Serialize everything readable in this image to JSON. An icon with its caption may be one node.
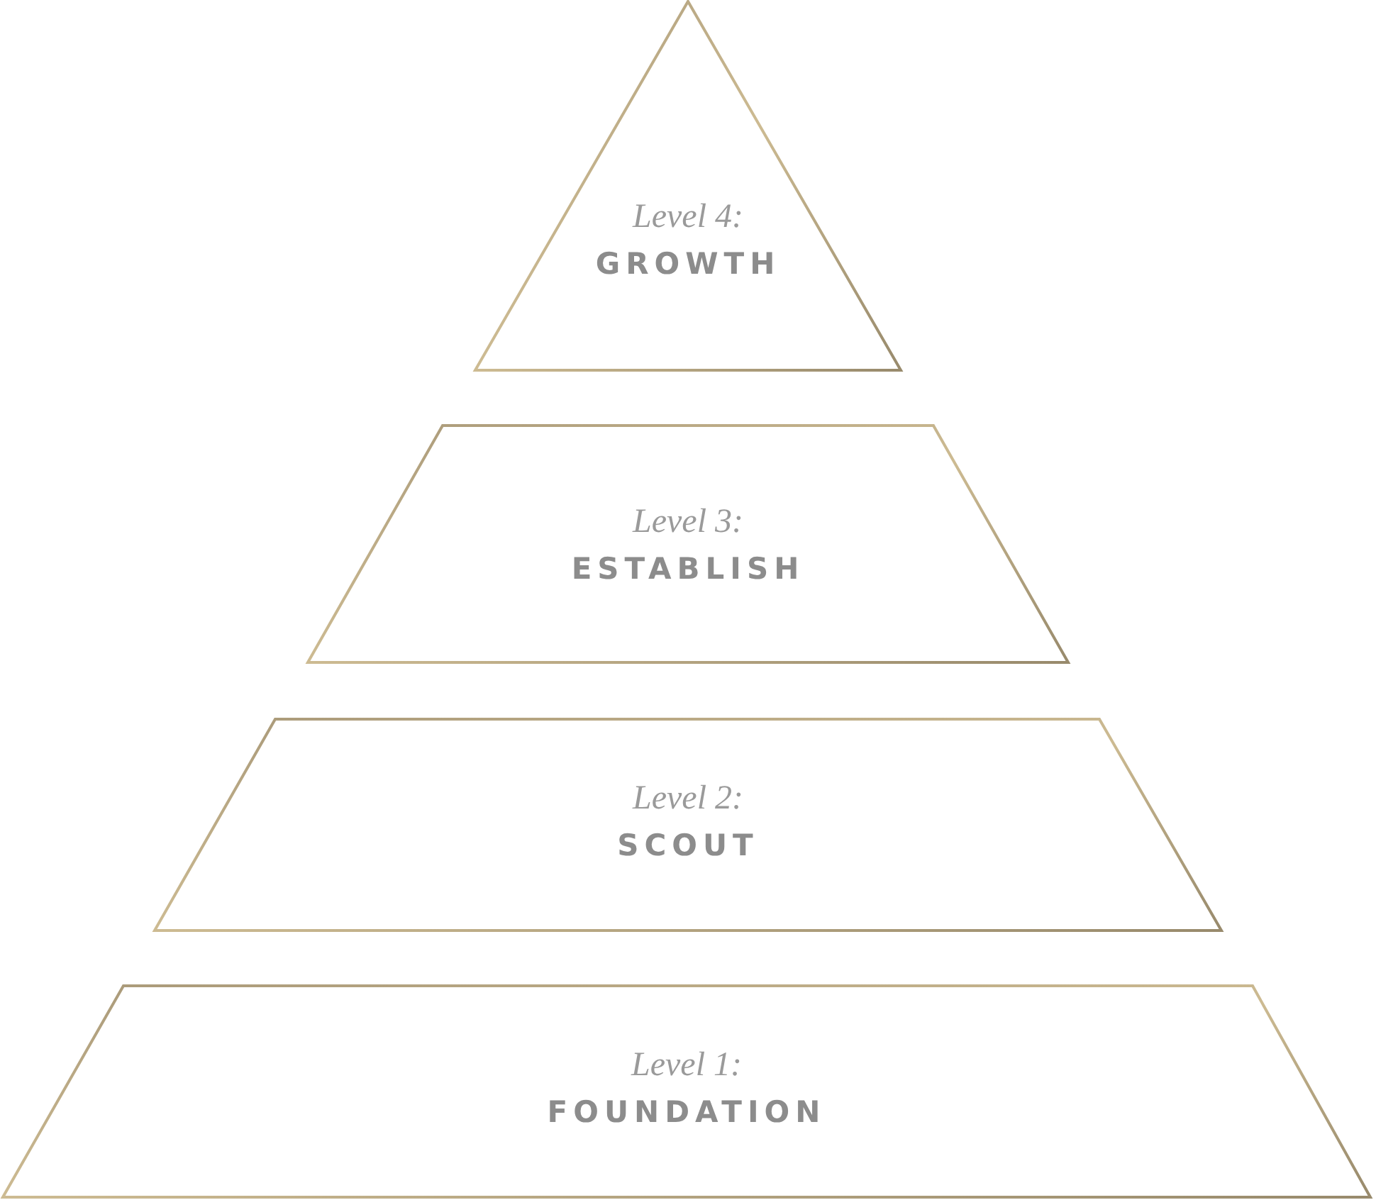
{
  "diagram": {
    "nodes": [
      {
        "text": [
          "Level 4:",
          "GROWTH"
        ]
      },
      {
        "text": [
          "Level 3:",
          "ESTABLISH"
        ]
      },
      {
        "text": [
          "Level 2:",
          "SCOUT"
        ]
      },
      {
        "text": [
          "Level 1:",
          "FOUNDATION"
        ]
      }
    ]
  }
}
